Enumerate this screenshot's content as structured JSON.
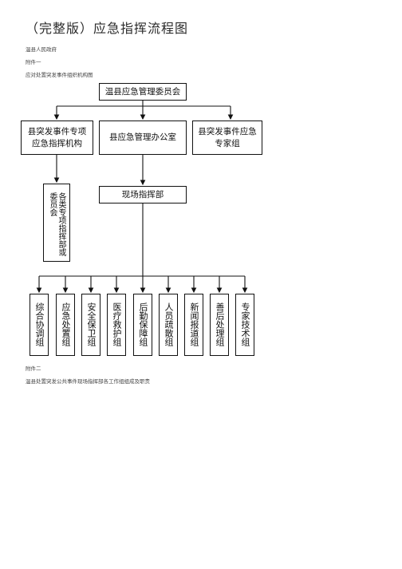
{
  "page": {
    "title": "（完整版）应急指挥流程图",
    "org": "温县人民政府",
    "attachment1": "附件一",
    "caption1": "应对处置突发事件组织机构图",
    "attachment2": "附件二",
    "caption2": "温县处置突发公共事件现场指挥部各工作组组成及职责"
  },
  "chart_data": {
    "type": "diagram",
    "nodes": {
      "top": "温县应急管理委员会",
      "left": "县突发事件专项\n应急指挥机构",
      "middle": "县应急管理办公室",
      "right": "县突发事件应急\n专家组",
      "subcommittee": "各类专项指挥部或委员会",
      "field_hq": "现场指挥部",
      "groups": [
        "综合协调组",
        "应急处置组",
        "安全保卫组",
        "医疗救护组",
        "后勤保障组",
        "人员疏散组",
        "新闻报道组",
        "善后处理组",
        "专家技术组"
      ]
    },
    "edges": [
      [
        "top",
        "left"
      ],
      [
        "top",
        "middle"
      ],
      [
        "top",
        "right"
      ],
      [
        "left",
        "subcommittee"
      ],
      [
        "middle",
        "field_hq"
      ],
      [
        "field_hq",
        "groups"
      ]
    ]
  }
}
